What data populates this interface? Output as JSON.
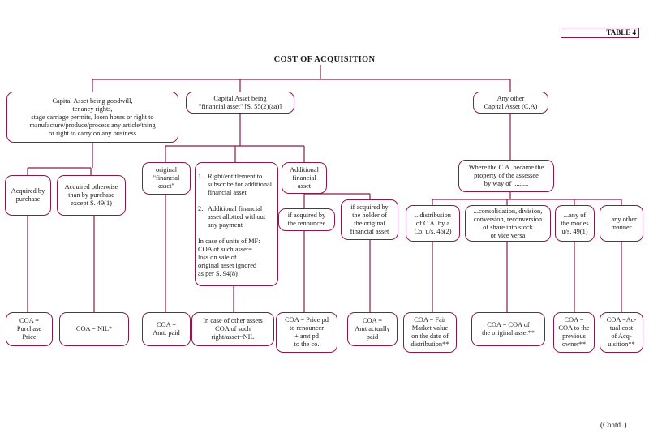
{
  "table_tag": "TABLE 4",
  "title": "COST OF ACQUISITION",
  "contd": "(Contd..)",
  "branches": {
    "goodwill": "Capital Asset being goodwill,\ntenancy rights,\nstage carriage permits, loom hours or right to\nmanufacture/produce/process any article/thing\nor right to carry on any business",
    "financial": "Capital Asset being\n\"financial asset\" [S. 55(2)(aa)]",
    "other": "Any other\nCapital Asset (C.A)"
  },
  "goodwill_children": {
    "purchase": "Acquired by\npurchase",
    "otherwise": "Acquired otherwise\nthan by purchase\nexcept S. 49(1)"
  },
  "financial_children": {
    "original": "original\n\"financial\nasset\"",
    "rights_list": [
      {
        "n": "1.",
        "t": "Right/entitlement to subscribe for additional financial asset"
      },
      {
        "n": "2.",
        "t": "Additional financial asset allotted without any payment"
      }
    ],
    "rights_mf": "In case of units of MF:\nCOA of such asset=\nloss on sale of\noriginal asset ignored\nas per S. 94(8)",
    "additional": "Additional\nfinancial\nasset",
    "renouncee": "if acquired by\nthe renouncee",
    "holder": "if acquired by\nthe holder of\nthe original\nfinancial asset"
  },
  "other_children": {
    "where": "Where the C.A. became the\nproperty of the assessee\nby way of .........",
    "distribution": "...distribution\nof C.A. by a\nCo. u/s. 46(2)",
    "consolidation": "...consolidation, division,\nconversion, reconversion\nof share into stock\nor vice versa",
    "modes": "...any of\nthe modes\nu/s. 49(1)",
    "anyother": "...any other\nmanner"
  },
  "results": {
    "purchase": "COA =\nPurchase\nPrice",
    "nil": "COA = NIL*",
    "amt_paid": "COA =\nAmt. paid",
    "other_assets": "In case of other assets\nCOA of such\nright/asset=NIL",
    "price_pd": "COA = Price pd\nto renouncer\n+ amt pd\nto the co.",
    "actually_paid": "COA =\nAmt actually\npaid",
    "fair_market": "COA = Fair\nMarket value\non the date of\ndistribution**",
    "coa_original": "COA = COA of\nthe original asset**",
    "previous_owner": "COA =\nCOA to the\nprevious\nowner**",
    "actual_cost": "COA =Ac-\ntual cost\nof Acq-\nuisition**"
  },
  "colors": {
    "connector": "#8a1a4a",
    "box_border": "#8a1a4a"
  }
}
